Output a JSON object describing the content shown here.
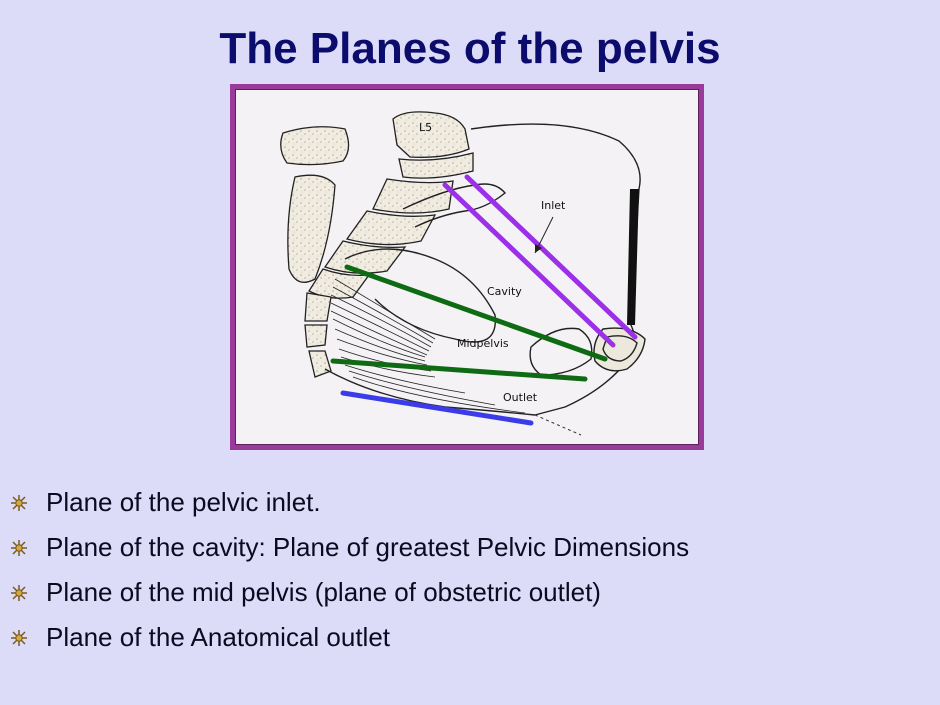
{
  "title": "The Planes of the pelvis",
  "figure": {
    "labels": {
      "vertebra": "L5",
      "inlet": "Inlet",
      "cavity": "Cavity",
      "midpelvis": "Midpelvis",
      "outlet": "Outlet"
    },
    "colors": {
      "inlet": "#9b30e8",
      "cavity": "#0f6a14",
      "midpelvis": "#0f6a14",
      "outlet": "#3b3be8",
      "bone": "#f0ece2",
      "frame": "#9a3a9a"
    }
  },
  "bullets": [
    {
      "text": "Plane of the pelvic inlet.",
      "icon": "star-bullet-icon"
    },
    {
      "text": "Plane of the cavity: Plane of greatest Pelvic Dimensions",
      "icon": "star-bullet-icon"
    },
    {
      "text": "Plane of the mid pelvis (plane of obstetric outlet)",
      "icon": "star-bullet-icon"
    },
    {
      "text": "Plane of the Anatomical outlet",
      "icon": "star-bullet-icon"
    }
  ]
}
